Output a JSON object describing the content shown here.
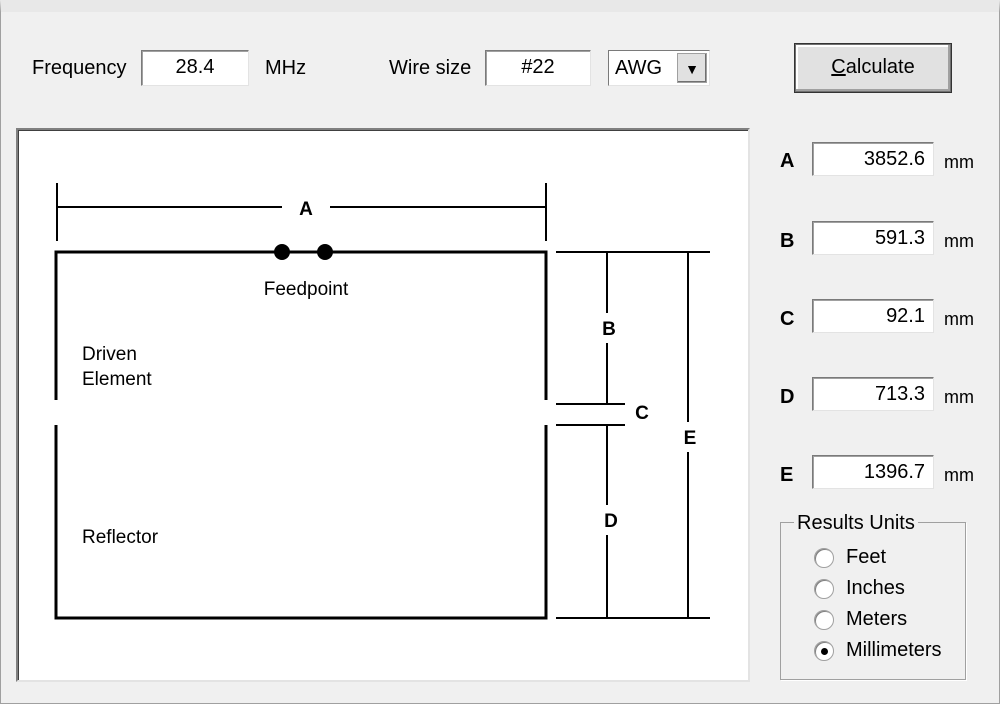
{
  "toolbar": {
    "frequency_label": "Frequency",
    "frequency_value": "28.4",
    "frequency_unit": "MHz",
    "wire_label": "Wire size",
    "wire_value": "#22",
    "wire_unit_selected": "AWG",
    "calculate_mnemonic": "C",
    "calculate_rest": "alculate"
  },
  "diagram": {
    "label_a": "A",
    "label_b": "B",
    "label_c": "C",
    "label_d": "D",
    "label_e": "E",
    "feedpoint": "Feedpoint",
    "driven_line1": "Driven",
    "driven_line2": "Element",
    "reflector": "Reflector"
  },
  "results": [
    {
      "label": "A",
      "value": "3852.6",
      "unit": "mm"
    },
    {
      "label": "B",
      "value": "591.3",
      "unit": "mm"
    },
    {
      "label": "C",
      "value": "92.1",
      "unit": "mm"
    },
    {
      "label": "D",
      "value": "713.3",
      "unit": "mm"
    },
    {
      "label": "E",
      "value": "1396.7",
      "unit": "mm"
    }
  ],
  "units": {
    "title": "Results Units",
    "options": [
      "Feet",
      "Inches",
      "Meters",
      "Millimeters"
    ],
    "selected": "Millimeters"
  }
}
